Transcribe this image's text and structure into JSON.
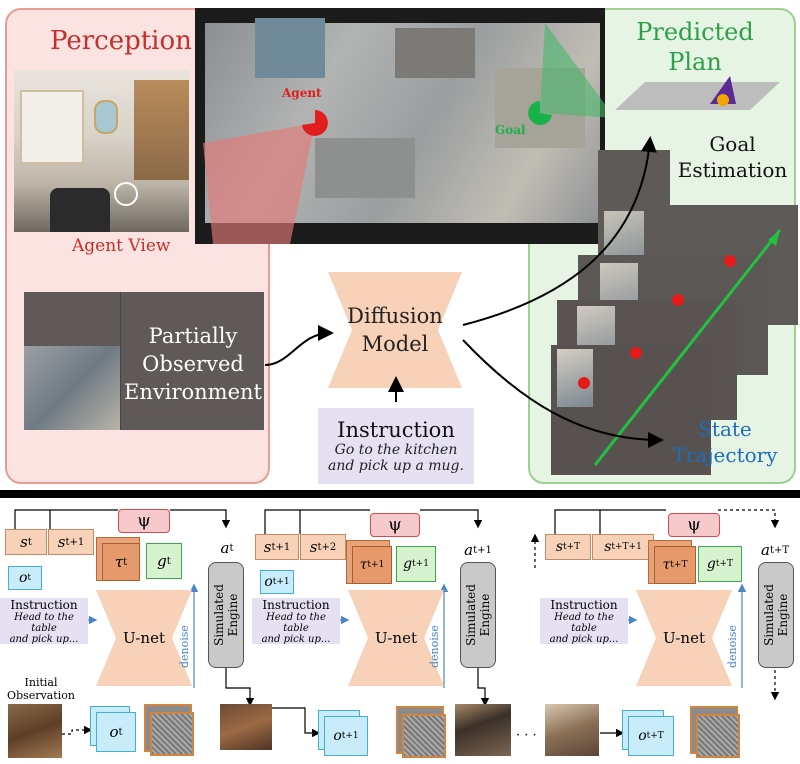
{
  "top": {
    "perception": "Perception",
    "agent_view": "Agent View",
    "partial_env": [
      "Partially",
      "Observed",
      "Environment"
    ],
    "diffusion_model": [
      "Diffusion",
      "Model"
    ],
    "instruction_title": "Instruction",
    "instruction_text": [
      "Go to the kitchen",
      "and pick up a mug."
    ],
    "predicted_plan": [
      "Predicted",
      "Plan"
    ],
    "goal_estimation": [
      "Goal",
      "Estimation"
    ],
    "state_trajectory": [
      "State",
      "Trajectory"
    ],
    "agent_label": "Agent",
    "goal_label": "Goal"
  },
  "bottom": {
    "psi": "ψ",
    "unet": "U-net",
    "denoise": "denoise",
    "simulated_engine": [
      "Simulated",
      "Engine"
    ],
    "instruction_title": "Instruction",
    "instruction_text": [
      "Head to the table",
      "and pick up..."
    ],
    "initial_observation": [
      "Initial",
      "Observation"
    ],
    "ellipsis": "· · ·",
    "stages": [
      {
        "s_a": "s",
        "s_a_sub": "t",
        "s_b": "s",
        "s_b_sub": "t+1",
        "tau_sub": "t",
        "g_sub": "t",
        "o_sub": "t",
        "o_small_sub": "t",
        "a_sub": "t"
      },
      {
        "s_a": "s",
        "s_a_sub": "t+1",
        "s_b": "s",
        "s_b_sub": "t+2",
        "tau_sub": "t+1",
        "g_sub": "t+1",
        "o_sub": "t+1",
        "o_small_sub": "t+1",
        "a_sub": "t+1"
      },
      {
        "s_a": "s",
        "s_a_sub": "t+T",
        "s_b": "s",
        "s_b_sub": "t+T+1",
        "tau_sub": "t+T",
        "g_sub": "t+T",
        "o_sub": "t+T",
        "o_small_sub": "",
        "a_sub": "t+T"
      }
    ]
  },
  "colors": {
    "red": "#c4302b",
    "green": "#2ea04a",
    "peach": "#f8d2b8",
    "lavender": "#e6e0f3"
  }
}
